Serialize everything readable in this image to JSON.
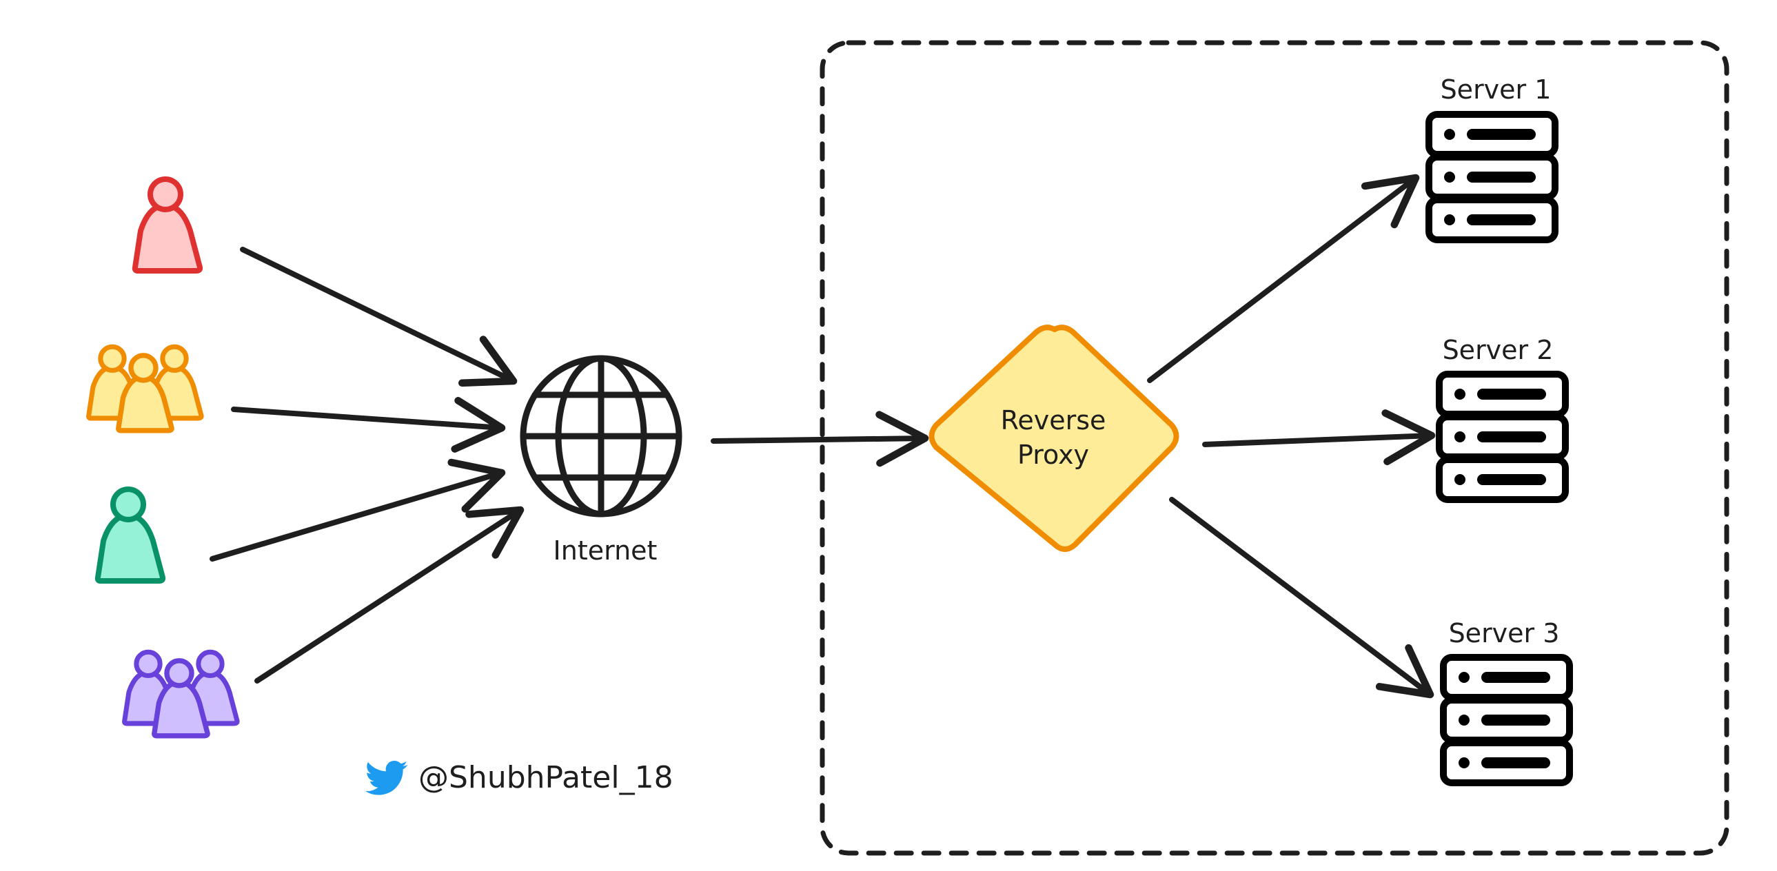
{
  "labels": {
    "internet": "Internet",
    "proxy_line1": "Reverse",
    "proxy_line2": "Proxy",
    "server1": "Server 1",
    "server2": "Server 2",
    "server3": "Server 3",
    "handle": "@ShubhPatel_18"
  },
  "icons": {
    "clients": [
      "person-icon",
      "group-icon",
      "person-icon",
      "group-icon"
    ],
    "internet": "globe-icon",
    "servers": "server-icon",
    "social": "twitter-bird-icon"
  },
  "colors": {
    "ink": "#1e1e1e",
    "red_stroke": "#e03131",
    "red_fill": "#ffc9c9",
    "orange_stroke": "#f08c00",
    "orange_fill": "#ffec99",
    "green_stroke": "#099268",
    "green_fill": "#96f2d7",
    "purple_stroke": "#6741d9",
    "purple_fill": "#d0bfff",
    "proxy_stroke": "#f08c00",
    "proxy_fill": "#ffec99",
    "twitter": "#1d9bf0"
  }
}
